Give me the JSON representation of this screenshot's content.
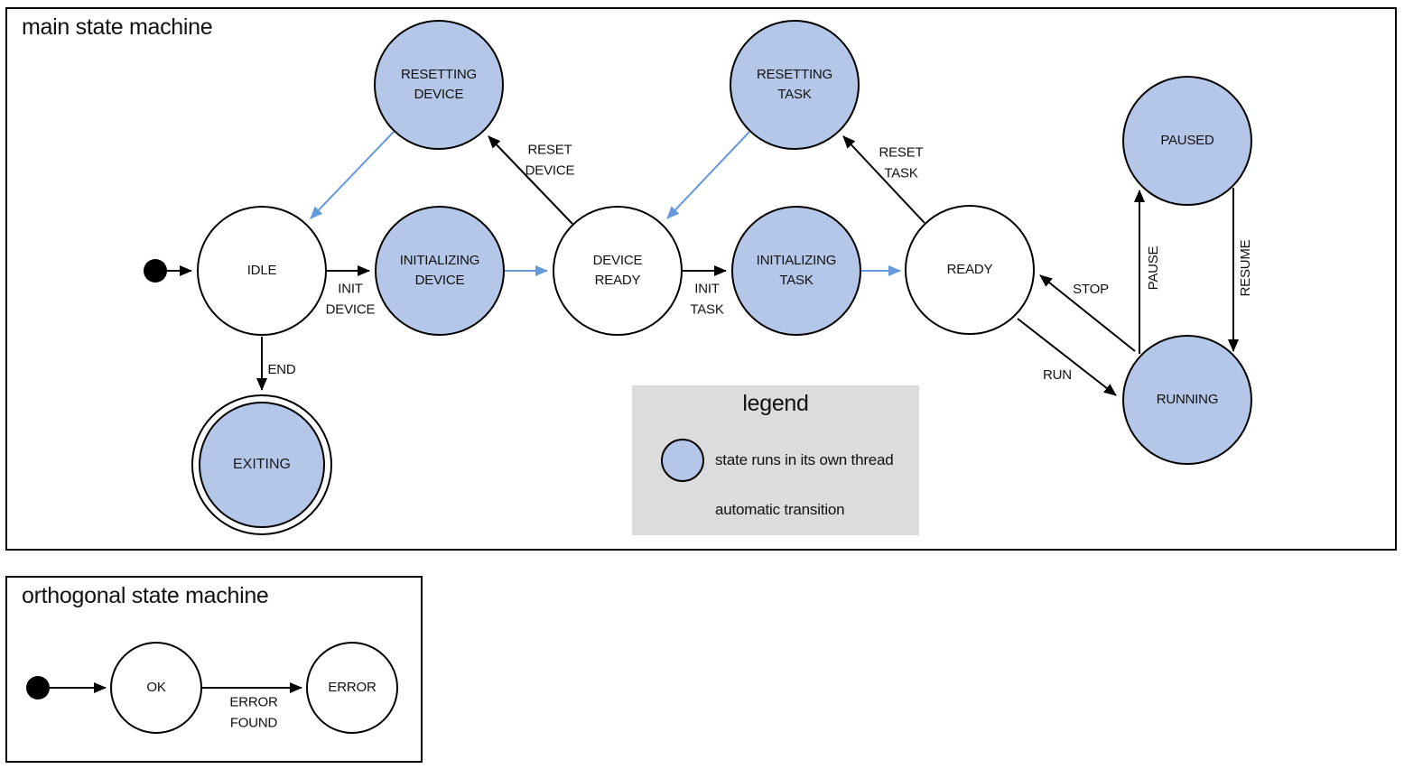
{
  "main_machine": {
    "title": "main state machine",
    "states": {
      "initial": {
        "label": ""
      },
      "idle": {
        "label": "IDLE",
        "threaded": false
      },
      "initializing_device": {
        "label": "INITIALIZING\nDEVICE",
        "threaded": true
      },
      "device_ready": {
        "label": "DEVICE\nREADY",
        "threaded": false
      },
      "initializing_task": {
        "label": "INITIALIZING\nTASK",
        "threaded": true
      },
      "ready": {
        "label": "READY",
        "threaded": false
      },
      "resetting_device": {
        "label": "RESETTING\nDEVICE",
        "threaded": true
      },
      "resetting_task": {
        "label": "RESETTING\nTASK",
        "threaded": true
      },
      "paused": {
        "label": "PAUSED",
        "threaded": true
      },
      "running": {
        "label": "RUNNING",
        "threaded": true
      },
      "exiting": {
        "label": "EXITING",
        "threaded": true,
        "final": true
      }
    },
    "transitions": {
      "init_device": {
        "label": "INIT\nDEVICE",
        "from": "IDLE",
        "to": "INITIALIZING DEVICE",
        "automatic": false
      },
      "auto_device_ready": {
        "label": "",
        "from": "INITIALIZING DEVICE",
        "to": "DEVICE READY",
        "automatic": true
      },
      "init_task": {
        "label": "INIT\nTASK",
        "from": "DEVICE READY",
        "to": "INITIALIZING TASK",
        "automatic": false
      },
      "auto_ready": {
        "label": "",
        "from": "INITIALIZING TASK",
        "to": "READY",
        "automatic": true
      },
      "reset_device": {
        "label": "RESET\nDEVICE",
        "from": "DEVICE READY",
        "to": "RESETTING DEVICE",
        "automatic": false
      },
      "auto_idle": {
        "label": "",
        "from": "RESETTING DEVICE",
        "to": "IDLE",
        "automatic": true
      },
      "reset_task": {
        "label": "RESET\nTASK",
        "from": "READY",
        "to": "RESETTING TASK",
        "automatic": false
      },
      "auto_device_ready2": {
        "label": "",
        "from": "RESETTING TASK",
        "to": "DEVICE READY",
        "automatic": true
      },
      "stop": {
        "label": "STOP",
        "from": "RUNNING",
        "to": "READY",
        "automatic": false
      },
      "run": {
        "label": "RUN",
        "from": "READY",
        "to": "RUNNING",
        "automatic": false
      },
      "pause": {
        "label": "PAUSE",
        "from": "RUNNING",
        "to": "PAUSED",
        "automatic": false
      },
      "resume": {
        "label": "RESUME",
        "from": "PAUSED",
        "to": "RUNNING",
        "automatic": false
      },
      "end": {
        "label": "END",
        "from": "IDLE",
        "to": "EXITING",
        "automatic": false
      }
    }
  },
  "legend": {
    "title": "legend",
    "thread_item": {
      "label": "state runs in its own thread"
    },
    "auto_item": {
      "label": "automatic transition"
    }
  },
  "orthogonal_machine": {
    "title": "orthogonal state machine",
    "states": {
      "ok": {
        "label": "OK"
      },
      "error": {
        "label": "ERROR"
      }
    },
    "transitions": {
      "error_found": {
        "label": "ERROR\nFOUND",
        "from": "OK",
        "to": "ERROR",
        "automatic": false
      }
    }
  },
  "colors": {
    "threaded_state_fill": "#b5c7e8",
    "stroke": "#000000",
    "automatic_transition": "#6699dd",
    "legend_background": "#dcdcdc"
  }
}
